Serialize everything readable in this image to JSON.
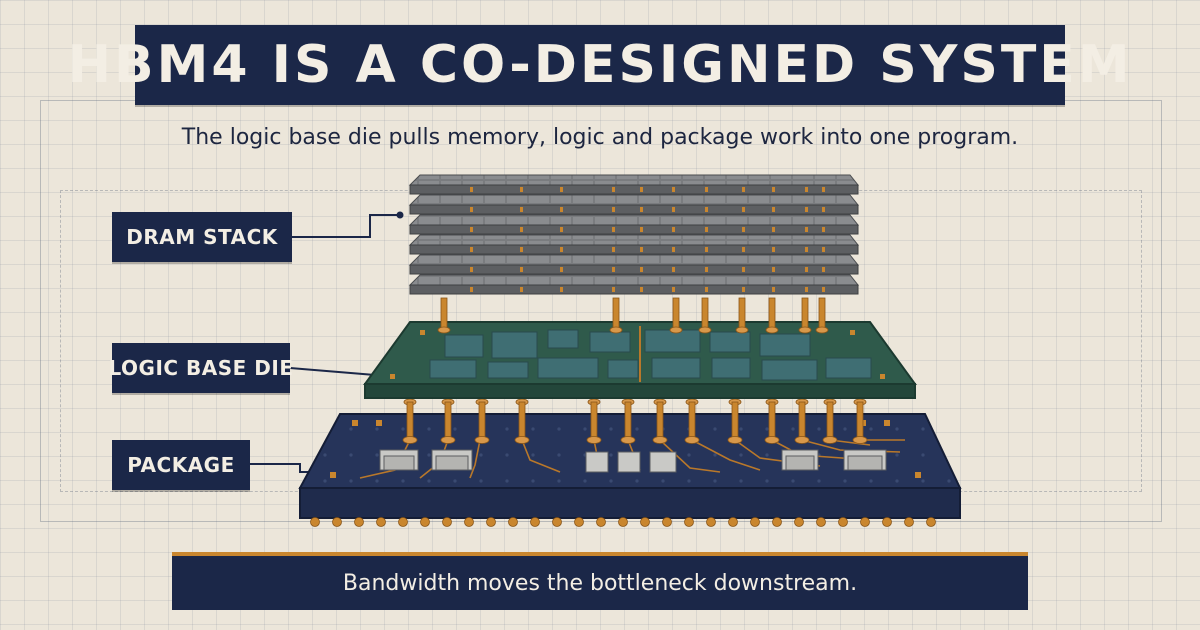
{
  "title": "HBM4 IS A CO-DESIGNED SYSTEM",
  "subtitle": "The logic base die pulls memory, logic and package work into one program.",
  "labels": {
    "dram": "DRAM STACK",
    "logic": "LOGIC BASE DIE",
    "package": "PACKAGE"
  },
  "footer": "Bandwidth moves the bottleneck downstream.",
  "colors": {
    "navy": "#1b2748",
    "copper": "#c9862e",
    "die_green": "#2f5a4b",
    "dram_gray": "#6e7073",
    "paper": "#ece6da"
  }
}
